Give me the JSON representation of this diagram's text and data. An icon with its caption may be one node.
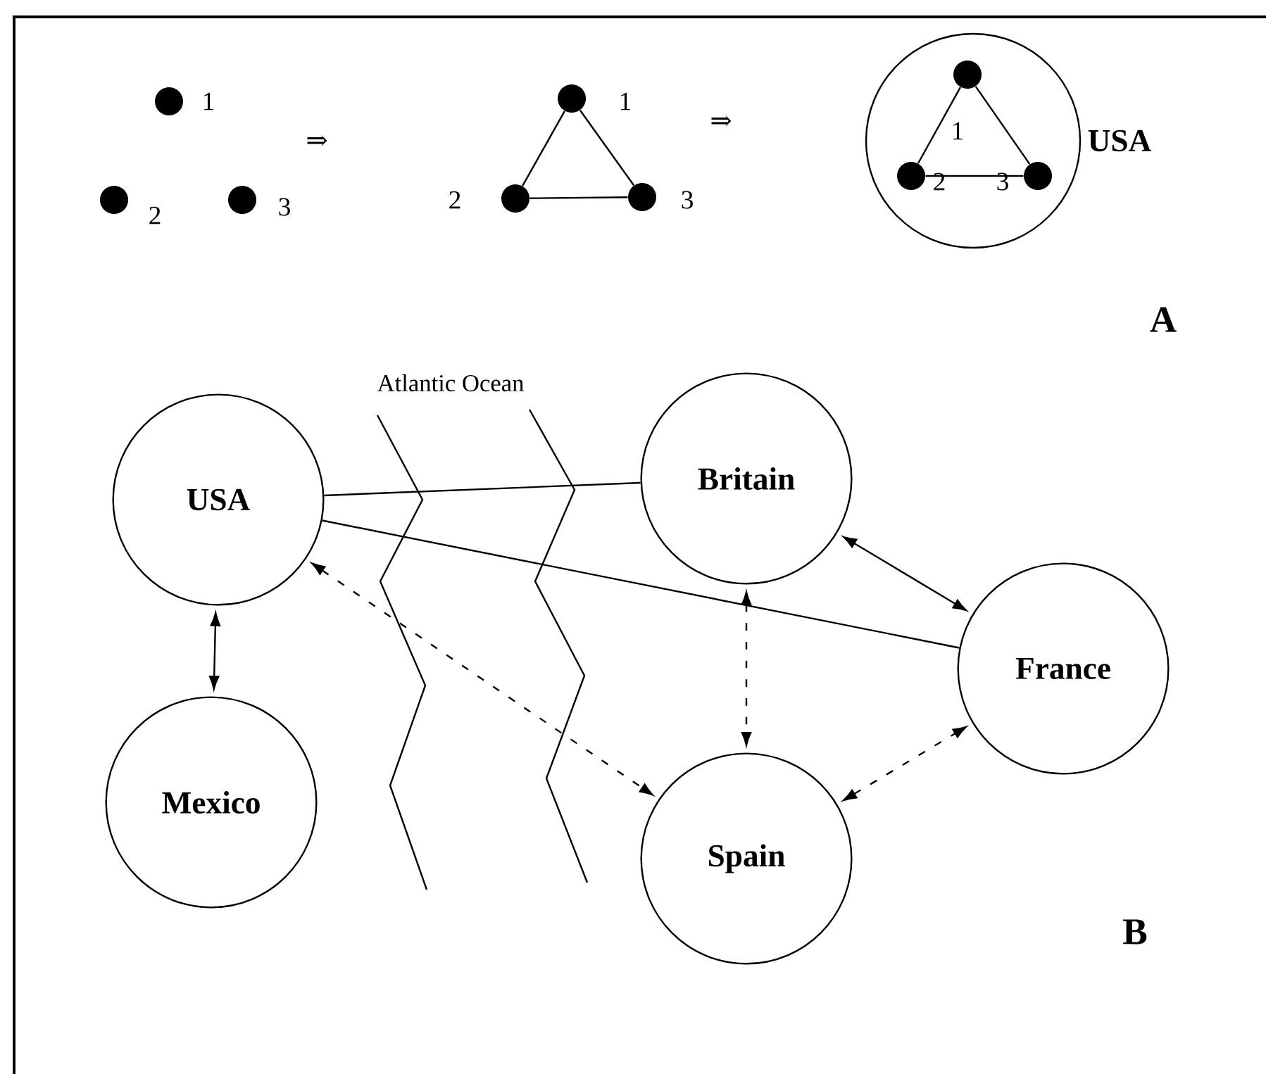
{
  "diagram": {
    "nodes": [
      {
        "text": [],
        "shape": "circle",
        "beside": [
          "1"
        ]
      },
      {
        "text": [],
        "shape": "circle",
        "beside": [
          "2"
        ]
      },
      {
        "text": [],
        "shape": "circle",
        "beside": [
          "3"
        ]
      },
      {
        "text": [],
        "shape": "circle",
        "beside": [
          "1"
        ]
      },
      {
        "text": [],
        "shape": "circle",
        "beside": [
          "2"
        ]
      },
      {
        "text": [],
        "shape": "circle",
        "beside": [
          "3"
        ]
      },
      {
        "text": [
          "USA"
        ]
      },
      {
        "text": [],
        "shape": "circle",
        "beside": [
          "1"
        ],
        "in": 6
      },
      {
        "text": [],
        "shape": "circle",
        "beside": [
          "2"
        ],
        "in": 6
      },
      {
        "text": [],
        "shape": "circle",
        "beside": [
          "3"
        ],
        "in": 6
      },
      {
        "text": [
          "USA"
        ]
      },
      {
        "text": [
          "Britain"
        ]
      },
      {
        "text": [
          "France"
        ]
      },
      {
        "text": [
          "Mexico"
        ]
      },
      {
        "text": [
          "Spain"
        ]
      }
    ],
    "edges": [
      {
        "from": 3,
        "to": 4,
        "arrow": "none"
      },
      {
        "from": 3,
        "to": 5,
        "arrow": "none"
      },
      {
        "from": 4,
        "to": 5,
        "arrow": "none"
      },
      {
        "from": 7,
        "to": 8,
        "arrow": "none"
      },
      {
        "from": 7,
        "to": 9,
        "arrow": "none"
      },
      {
        "from": 8,
        "to": 9,
        "arrow": "none"
      },
      {
        "from": 10,
        "to": 11,
        "arrow": "none"
      },
      {
        "from": 10,
        "to": 12,
        "arrow": "none"
      },
      {
        "from": 10,
        "to": 13,
        "arrow": "both"
      },
      {
        "from": 11,
        "to": 12,
        "arrow": "both"
      },
      {
        "from": 11,
        "to": 14,
        "arrow": "both",
        "style": "dashed"
      },
      {
        "from": 14,
        "to": 12,
        "arrow": "both",
        "style": "dashed"
      },
      {
        "from": 10,
        "to": 14,
        "arrow": "both",
        "style": "dashed"
      }
    ],
    "labels": [
      "⇒",
      "⇒",
      "A",
      "Atlantic Ocean",
      "B"
    ]
  }
}
